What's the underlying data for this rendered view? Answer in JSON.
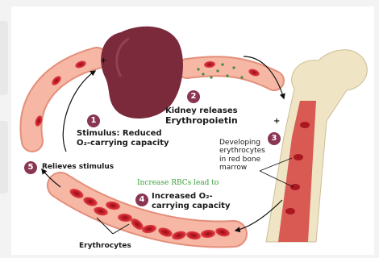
{
  "steps": [
    {
      "num": "1",
      "line1": "Stimulus:  Reduced",
      "line2": "O₂-carrying capacity"
    },
    {
      "num": "2",
      "line1": "Kidney releases",
      "line2": "Erythropoietin"
    },
    {
      "num": "3",
      "line1": "Developing",
      "line2": "erythrocytes",
      "line3": "in red bone",
      "line4": "marrow"
    },
    {
      "num": "4",
      "line1": "Increased O₂-",
      "line2": "carrying  capacity"
    },
    {
      "num": "5",
      "line1": "Relieves stimulus"
    }
  ],
  "labels": {
    "erythrocytes": "Erythrocytes",
    "plus": "+",
    "overlay_text": "Increase RBCs lead to"
  },
  "colors": {
    "vessel": "#f6b7a5",
    "vessel_edge": "#e48e79",
    "rbc": "#c8202a",
    "kidney": "#7b2a3c",
    "bone": "#efe4c4",
    "marrow": "#d85a53",
    "badge": "#8a3553",
    "overlay": "#3aa23a"
  }
}
